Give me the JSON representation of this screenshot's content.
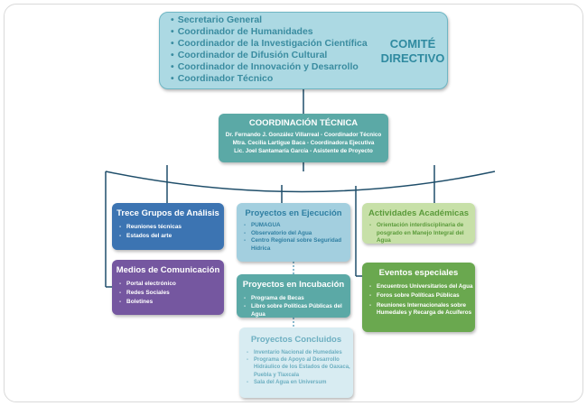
{
  "committee": {
    "members": [
      "Secretario General",
      "Coordinador de Humanidades",
      "Coordinador de la Investigación Científica",
      "Coordinador de Difusión Cultural",
      "Coordinador de Innovación y Desarrollo",
      "Coordinador Técnico"
    ],
    "title_line1": "COMITÉ",
    "title_line2": "DIRECTIVO"
  },
  "coordination": {
    "title": "COORDINACIÓN TÉCNICA",
    "people": [
      "Dr. Fernando J. González Villarreal - Coordinador Técnico",
      "Mtra. Cecilia Lartigue Baca - Coordinadora Ejecutiva",
      "Lic. Joel Santamaría García - Asistente de Proyecto"
    ]
  },
  "groups": {
    "title": "Trece Grupos de Análisis",
    "items": [
      "Reuniones técnicas",
      "Estados del arte"
    ]
  },
  "media": {
    "title": "Medios de Comunicación",
    "items": [
      "Portal electrónico",
      "Redes Sociales",
      "Boletines"
    ]
  },
  "execution": {
    "title": "Proyectos en Ejecución",
    "items": [
      "PUMAGUA",
      "Observatorio del Agua",
      "Centro Regional sobre Seguridad Hídrica"
    ]
  },
  "incubation": {
    "title": "Proyectos en Incubación",
    "items": [
      "Programa de Becas",
      "Libro sobre Políticas Públicas del Agua"
    ]
  },
  "concluded": {
    "title": "Proyectos Concluidos",
    "items": [
      "Inventario Nacional de Humedales",
      "Programa de Apoyo al Desarrollo Hidráulico de los Estados de Oaxaca, Puebla y Tlaxcala",
      "Sala del Agua en Universum"
    ]
  },
  "academic": {
    "title": "Actividades Académicas",
    "items": [
      "Orientación interdisciplinaria de posgrado en Manejo Integral del Agua"
    ]
  },
  "events": {
    "title": "Eventos especiales",
    "items": [
      "Encuentros Universitarios del Agua",
      "Foros sobre Políticas Públicas",
      "Reuniones Internacionales sobre Humedales y Recarga de Acuíferos"
    ]
  },
  "colors": {
    "committee": "#acd9e3",
    "coordination": "#5ba9a6",
    "groups": "#3c74b2",
    "media": "#7557a0",
    "execution": "#a3cfdf",
    "incubation": "#5ba9a6",
    "concluded": "#d8ecf2",
    "academic": "#c7e0a8",
    "events": "#6aa84f",
    "connector": "#1f4e6a"
  }
}
